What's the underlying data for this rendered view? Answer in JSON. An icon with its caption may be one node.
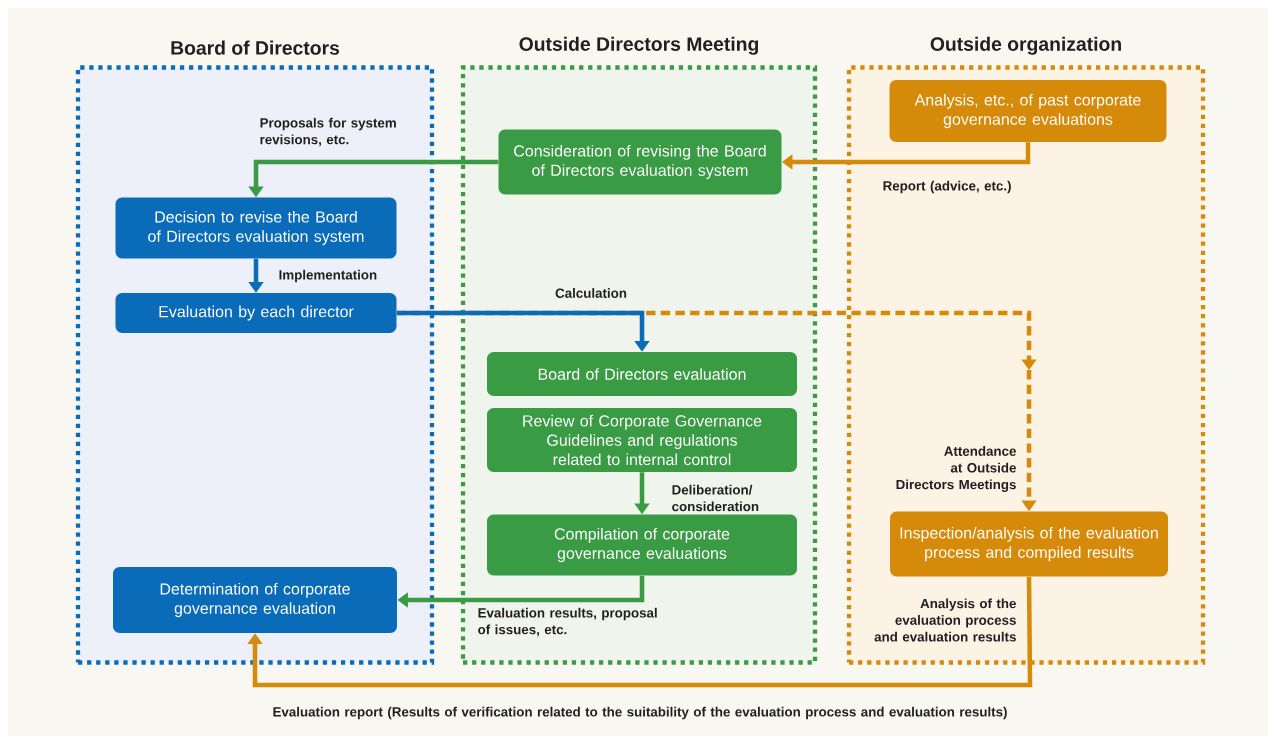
{
  "diagram": {
    "nodes": [
      {
        "text": [
          "Board of Directors"
        ]
      },
      {
        "text": [
          "Outside Directors Meeting"
        ]
      },
      {
        "text": [
          "Outside organization"
        ]
      },
      {
        "text": [
          "Analysis, etc., of past corporate governance evaluations"
        ],
        "in": 2
      },
      {
        "text": [
          "Consideration of revising the Board of Directors evaluation system"
        ],
        "in": 1
      },
      {
        "text": [
          "Decision to revise the Board of Directors evaluation system"
        ],
        "in": 0
      },
      {
        "text": [
          "Evaluation by each director"
        ],
        "in": 0
      },
      {
        "text": [
          "Board of Directors evaluation"
        ],
        "in": 1
      },
      {
        "text": [
          "Review of Corporate Governance Guidelines and regulations related to internal control"
        ],
        "in": 1
      },
      {
        "text": [
          "Compilation of corporate governance evaluations"
        ],
        "in": 1
      },
      {
        "text": [
          "Determination of corporate governance evaluation"
        ],
        "in": 0
      },
      {
        "text": [
          "Inspection/analysis of the evaluation process and compiled results"
        ],
        "in": 2
      }
    ],
    "edges": [
      {
        "from": 3,
        "to": 4,
        "arrow": "to",
        "label": "Report (advice, etc.)",
        "color": "#d68a0a"
      },
      {
        "from": 4,
        "to": 5,
        "arrow": "to",
        "label": "Proposals for system revisions, etc.",
        "color": "#3a9b45"
      },
      {
        "from": 5,
        "to": 6,
        "arrow": "to",
        "label": "Implementation",
        "color": "#0a6cb8"
      },
      {
        "from": 6,
        "to": 7,
        "arrow": "to",
        "label": "Calculation",
        "color": "#0a6cb8"
      },
      {
        "from": 6,
        "to": 11,
        "arrow": "to",
        "label": "Attendance at Outside Directors Meetings",
        "style": "dashed",
        "color": "#d68a0a"
      },
      {
        "from": 8,
        "to": 9,
        "arrow": "to",
        "label": "Deliberation/ consideration",
        "color": "#3a9b45"
      },
      {
        "from": 9,
        "to": 10,
        "arrow": "to",
        "label": "Evaluation results, proposal of issues, etc.",
        "color": "#3a9b45"
      },
      {
        "from": 11,
        "to": 10,
        "arrow": "to",
        "label": "Evaluation report (Results of verification related to the suitability of the evaluation process and evaluation results)",
        "color": "#d68a0a"
      }
    ],
    "labels": [
      "Analysis of the evaluation process and evaluation results"
    ]
  }
}
